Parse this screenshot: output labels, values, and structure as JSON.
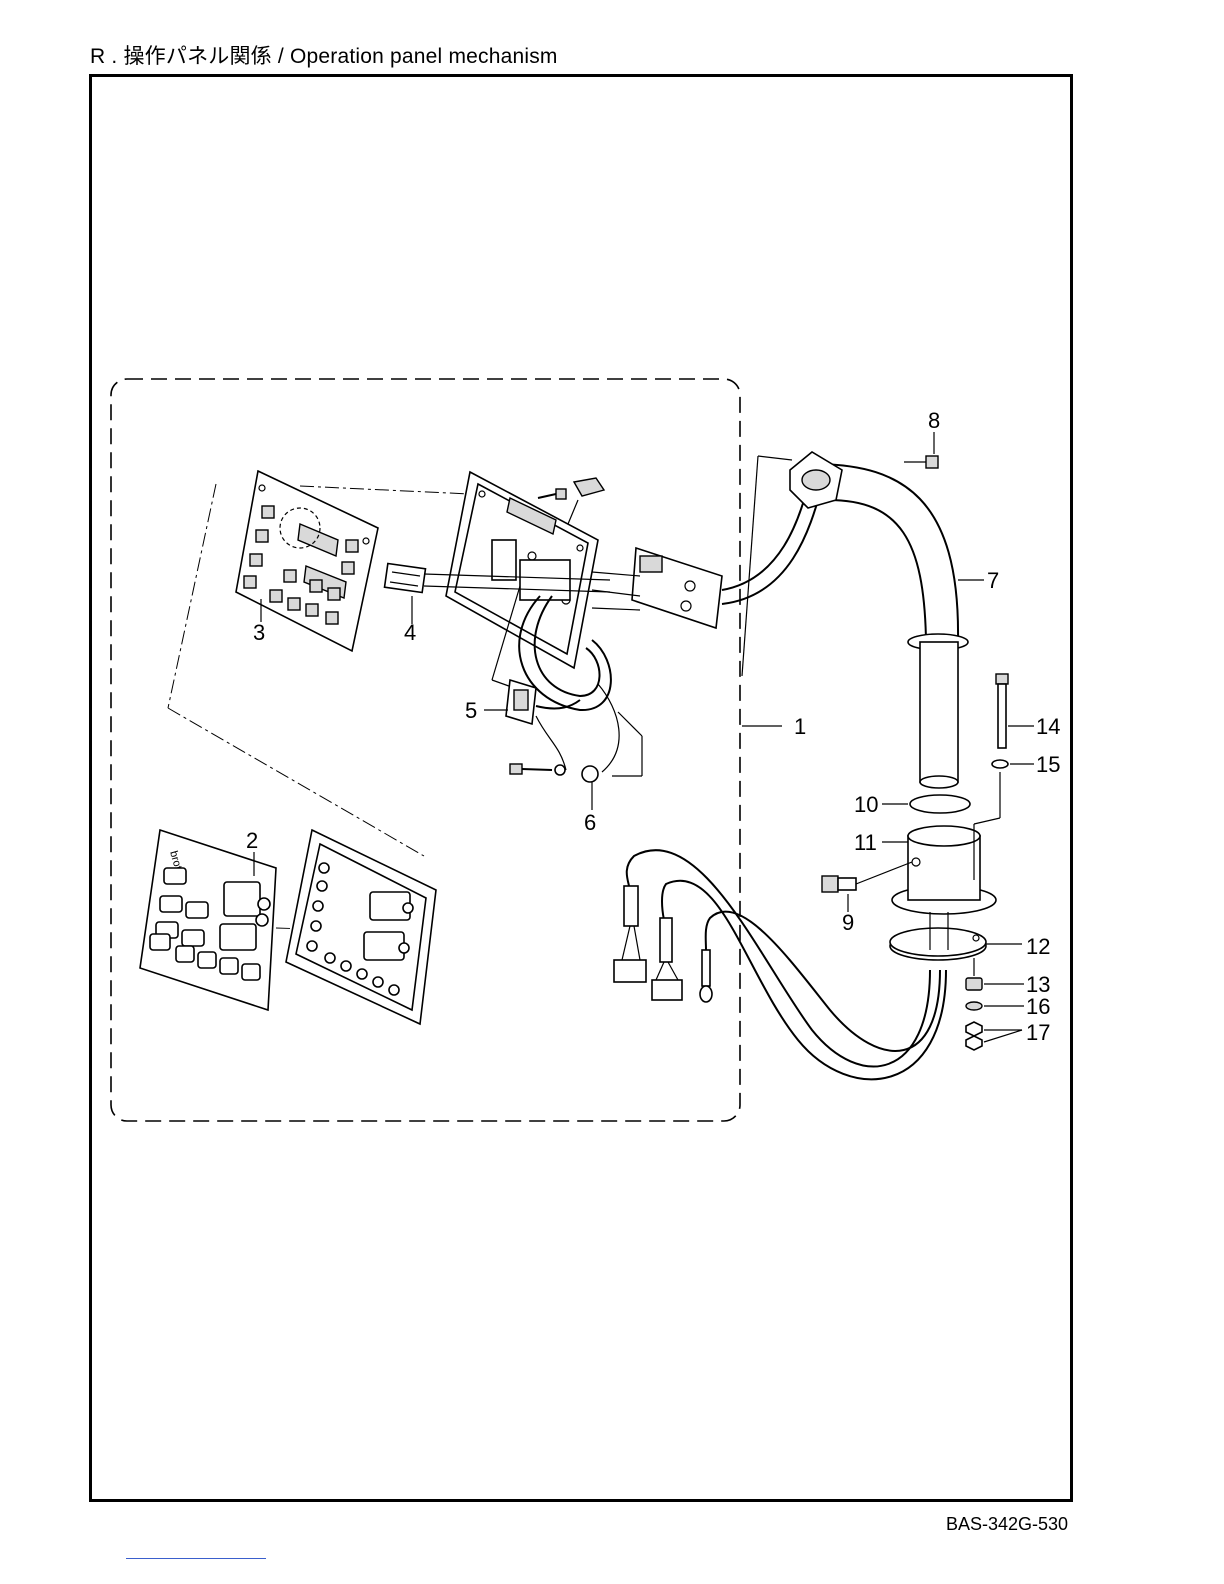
{
  "header": {
    "title": "R . 操作パネル関係 / Operation panel mechanism"
  },
  "footer": {
    "code": "BAS-342G-530"
  },
  "diagram": {
    "callouts": {
      "c1": "1",
      "c2": "2",
      "c3": "3",
      "c4": "4",
      "c5": "5",
      "c6": "6",
      "c7": "7",
      "c8": "8",
      "c9": "9",
      "c10": "10",
      "c11": "11",
      "c12": "12",
      "c13": "13",
      "c14": "14",
      "c15": "15",
      "c16": "16",
      "c17": "17"
    },
    "brand_text": "brother"
  }
}
